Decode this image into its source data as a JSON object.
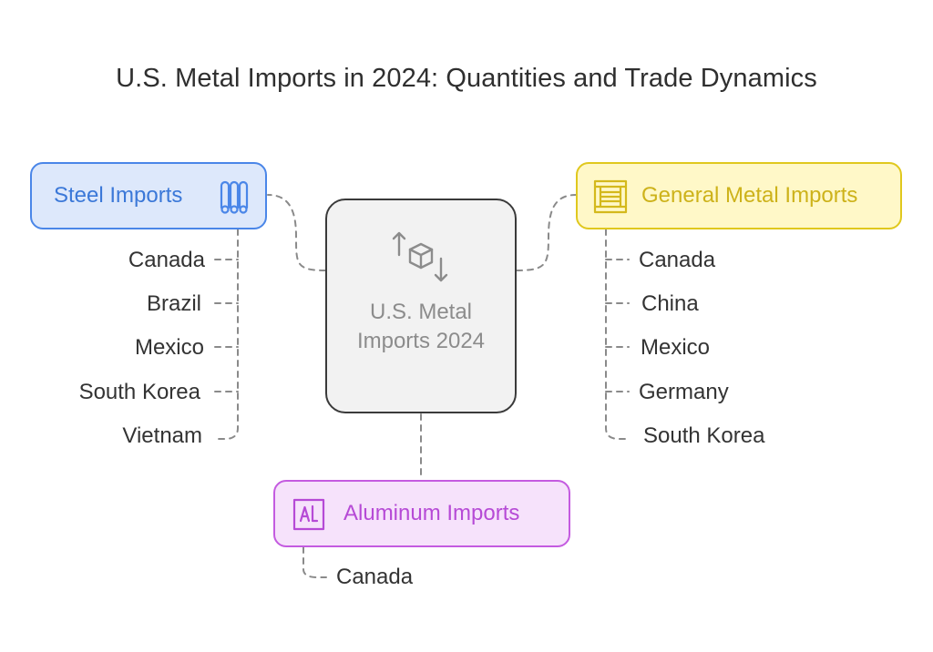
{
  "title": "U.S. Metal Imports in 2024: Quantities and Trade Dynamics",
  "center": {
    "label": "U.S. Metal Imports 2024",
    "icon": "import-export-box-icon"
  },
  "steel": {
    "label": "Steel Imports",
    "icon": "steel-pipes-icon",
    "countries": [
      "Canada",
      "Brazil",
      "Mexico",
      "South Korea",
      "Vietnam"
    ]
  },
  "general": {
    "label": "General Metal Imports",
    "icon": "metal-crate-icon",
    "countries": [
      "Canada",
      "China",
      "Mexico",
      "Germany",
      "South Korea"
    ]
  },
  "aluminum": {
    "label": "Aluminum Imports",
    "icon": "aluminum-element-icon",
    "countries": [
      "Canada"
    ]
  },
  "colors": {
    "steel": "#4a86e8",
    "general": "#e0c81e",
    "aluminum": "#c45be0",
    "center": "#3a3a3a",
    "connector": "#8a8a8a"
  }
}
